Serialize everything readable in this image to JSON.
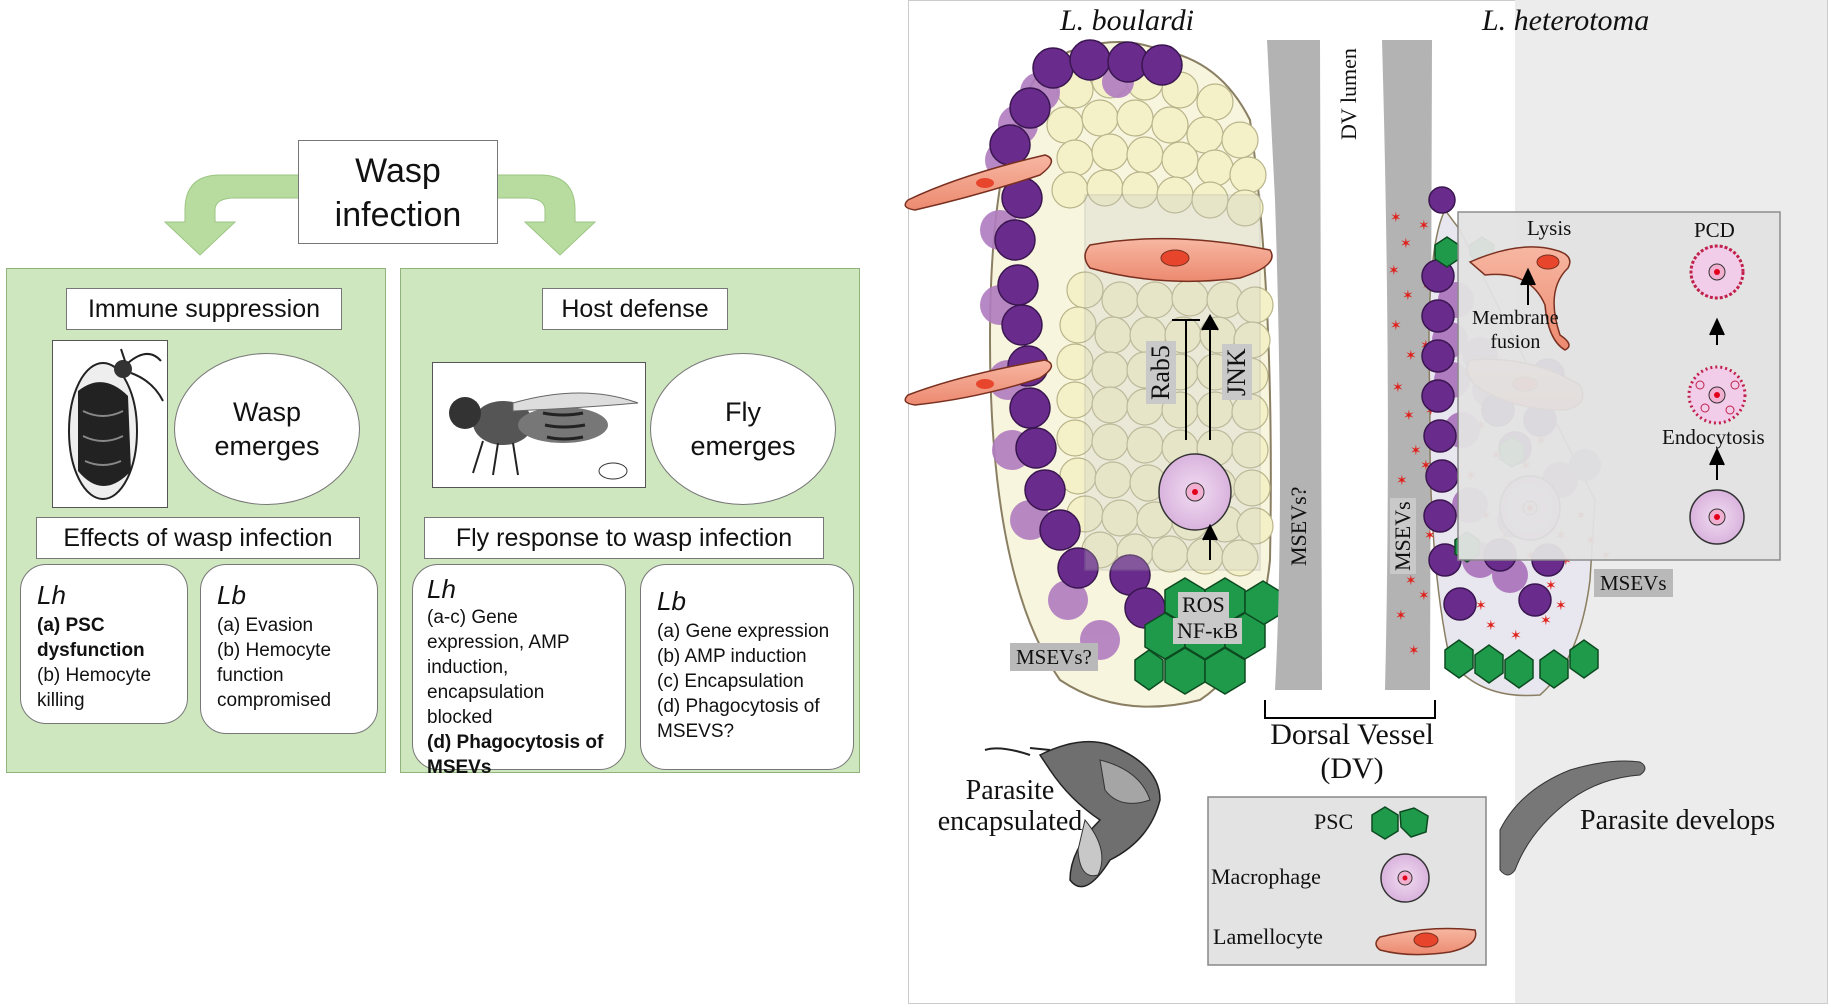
{
  "left": {
    "title_line1": "Wasp",
    "title_line2": "infection",
    "immune_panel": {
      "header": "Immune suppression",
      "emerges_line1": "Wasp",
      "emerges_line2": "emerges",
      "effects_header": "Effects of wasp infection",
      "lh_card": {
        "heading": "Lh",
        "item_a": "(a) PSC dysfunction",
        "item_b": "(b) Hemocyte killing"
      },
      "lb_card": {
        "heading": "Lb",
        "item_a": "(a) Evasion",
        "item_b": "(b) Hemocyte function compromised"
      }
    },
    "defense_panel": {
      "header": "Host defense",
      "emerges_line1": "Fly",
      "emerges_line2": "emerges",
      "response_header": "Fly response to wasp infection",
      "lh_card": {
        "heading": "Lh",
        "item_ac": "(a-c) Gene expression, AMP induction, encapsulation blocked",
        "item_d": "(d) Phagocytosis of MSEVs"
      },
      "lb_card": {
        "heading": "Lb",
        "item_a": "(a) Gene expression",
        "item_b": "(b) AMP induction",
        "item_c": "(c) Encapsulation",
        "item_d": "(d) Phagocytosis of MSEVS?"
      }
    }
  },
  "right": {
    "species_left": "L. boulardi",
    "species_right": "L. heterotoma",
    "dv_lumen": "DV lumen",
    "rab5": "Rab5",
    "jnk": "JNK",
    "ros": "ROS",
    "nfkb": "NF-κB",
    "msevs_q_left": "MSEVs?",
    "msevs_q_center": "MSEVs?",
    "msevs_vertical": "MSEVs",
    "msevs_right": "MSEVs",
    "lysis": "Lysis",
    "pcd": "PCD",
    "membrane_line1": "Membrane",
    "membrane_line2": "fusion",
    "endocytosis": "Endocytosis",
    "dorsal_vessel_line1": "Dorsal Vessel",
    "dorsal_vessel_line2": "(DV)",
    "parasite_enc_line1": "Parasite",
    "parasite_enc_line2": "encapsulated",
    "parasite_develops": "Parasite develops",
    "legend": {
      "psc": "PSC",
      "macrophage": "Macrophage",
      "lamellocyte": "Lamellocyte"
    }
  },
  "colors": {
    "panel_green": "#cfe7bf",
    "arrow_green": "#b8dba0",
    "purple_dark": "#6a2c8c",
    "purple_light": "#b07cc0",
    "yellow_cell": "#f4f1c8",
    "psc_green": "#1f9a4a",
    "lamellocyte": "#f2a08a",
    "msev_red": "#e0201a",
    "vessel_gray": "#b3b3b3"
  }
}
